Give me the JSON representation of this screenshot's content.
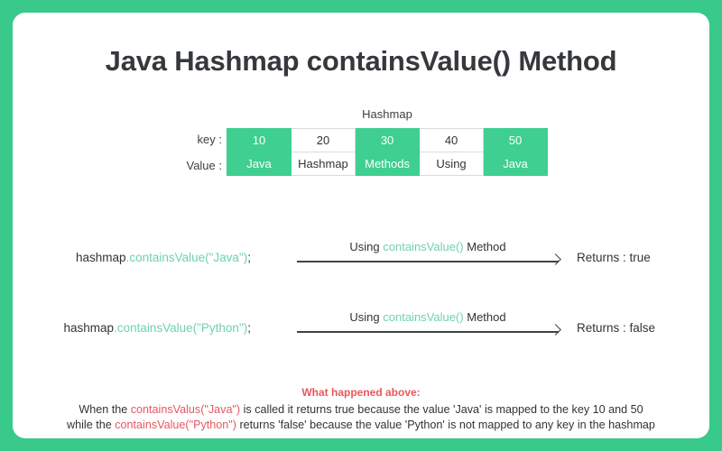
{
  "frame": {
    "accent_color": "#38c98b",
    "card_color": "#ffffff"
  },
  "title": "Java Hashmap containsValue() Method",
  "hashmap": {
    "caption": "Hashmap",
    "row_labels": [
      "key :",
      "Value :"
    ],
    "columns": [
      {
        "key": "10",
        "value": "Java",
        "highlighted": true
      },
      {
        "key": "20",
        "value": "Hashmap",
        "highlighted": false
      },
      {
        "key": "30",
        "value": "Methods",
        "highlighted": true
      },
      {
        "key": "40",
        "value": "Using",
        "highlighted": false
      },
      {
        "key": "50",
        "value": "Java",
        "highlighted": true
      }
    ],
    "highlight_color": "#3ecf91"
  },
  "flows": [
    {
      "code_prefix": "hashmap",
      "code_call": ".containsValue(\"Java\")",
      "code_suffix": ";",
      "arrow_label_pre": "Using ",
      "arrow_label_method": "containsValue()",
      "arrow_label_post": " Method",
      "result": "Returns : true"
    },
    {
      "code_prefix": "hashmap",
      "code_call": ".containsValue(\"Python\")",
      "code_suffix": ";",
      "arrow_label_pre": "Using ",
      "arrow_label_method": "containsValue()",
      "arrow_label_post": " Method",
      "result": "Returns : false"
    }
  ],
  "note": {
    "heading": "What happened above:",
    "line1_a": "When the ",
    "line1_b": "containsValus(\"Java\")",
    "line1_c": " is called it returns true because the value 'Java' is mapped to the key 10 and 50",
    "line2_a": "while the ",
    "line2_b": "containsValue(\"Python\")",
    "line2_c": " returns 'false' because the value 'Python' is not mapped to any key in the hashmap",
    "accent_color": "#e8575f"
  }
}
